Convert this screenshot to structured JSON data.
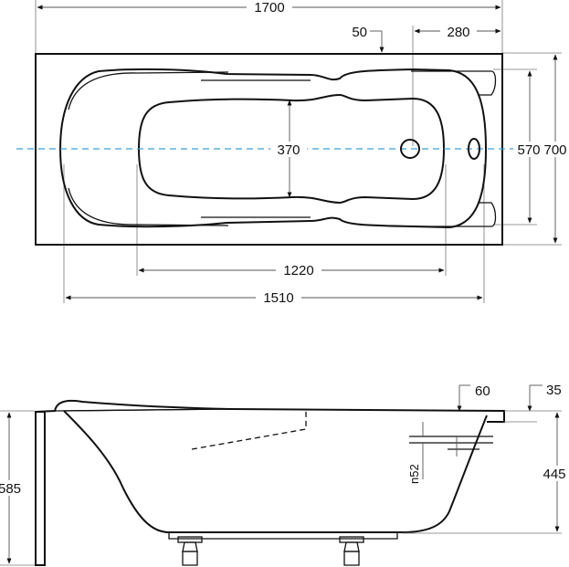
{
  "top_view": {
    "overall_length": "1700",
    "overlap_offset": "50",
    "drain_offset": "280",
    "inner_width": "370",
    "bowl_width": "570",
    "overall_width": "700",
    "bottom_length": "1220",
    "inner_length": "1510"
  },
  "side_view": {
    "rim_offset": "60",
    "rim_thickness": "35",
    "overflow_label": "n52",
    "total_height": "585",
    "depth": "445"
  },
  "colors": {
    "outline": "#111111",
    "centerline": "#3aa0d6"
  }
}
